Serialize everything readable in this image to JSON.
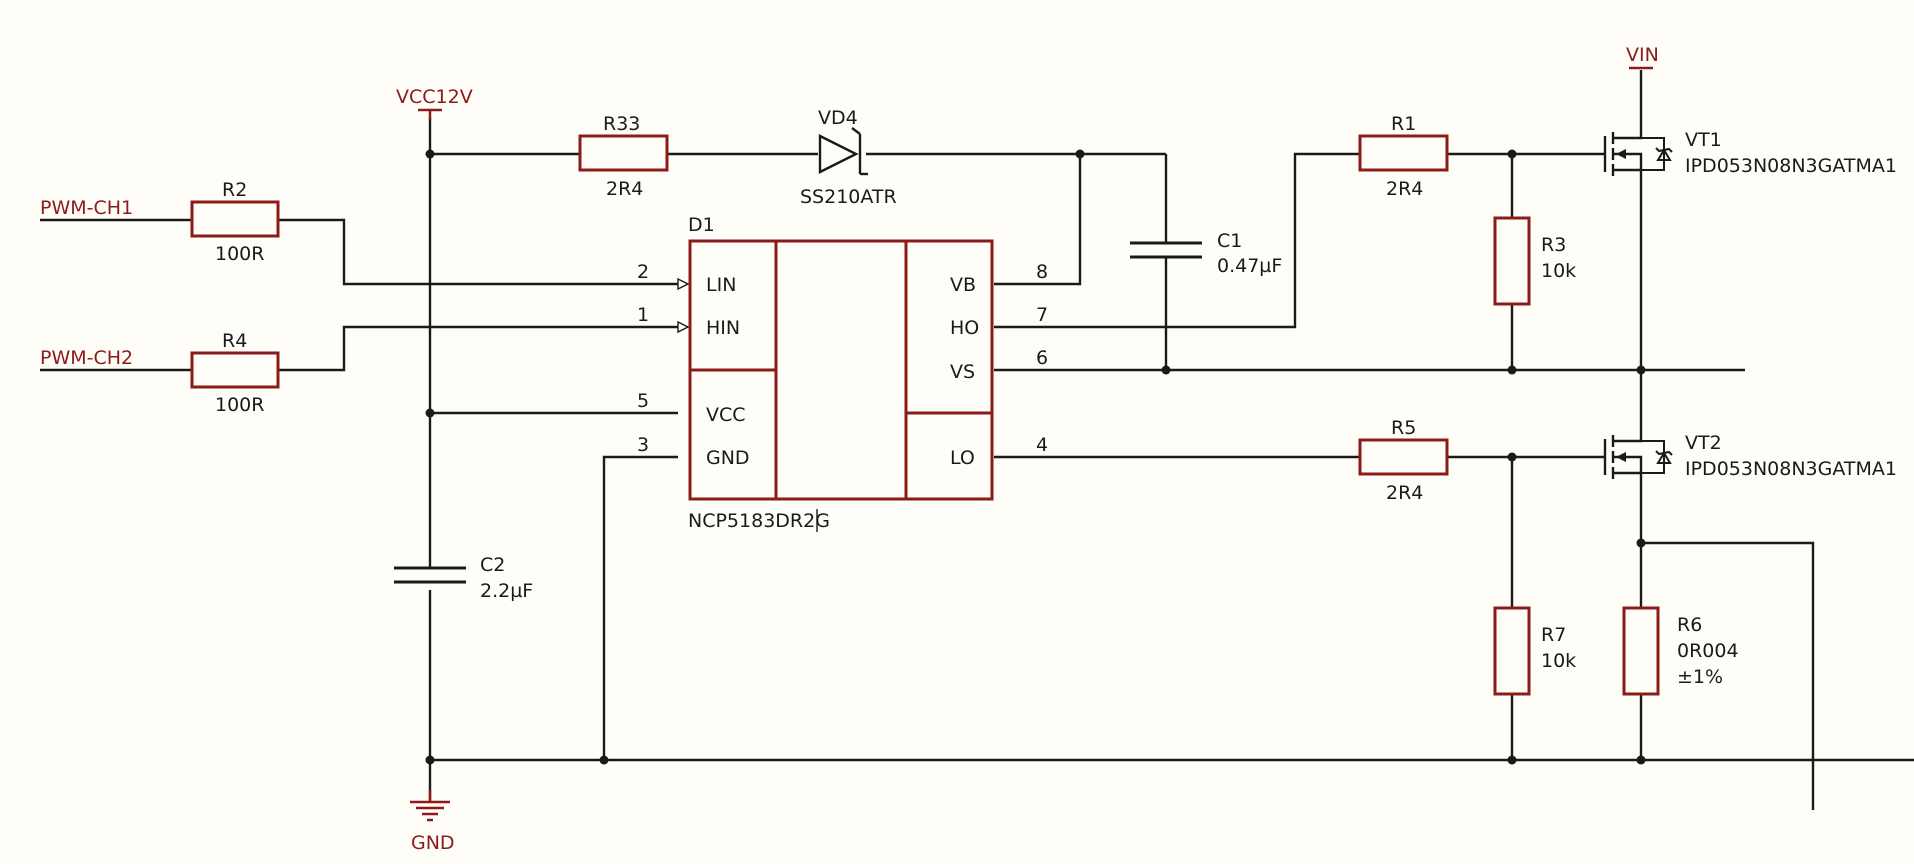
{
  "nets": {
    "pwm_ch1": "PWM-CH1",
    "pwm_ch2": "PWM-CH2",
    "vcc12v": "VCC12V",
    "vin": "VIN",
    "gnd": "GND"
  },
  "components": {
    "r2": {
      "ref": "R2",
      "value": "100R"
    },
    "r4": {
      "ref": "R4",
      "value": "100R"
    },
    "r33": {
      "ref": "R33",
      "value": "2R4"
    },
    "vd4": {
      "ref": "VD4",
      "value": "SS210ATR"
    },
    "c1": {
      "ref": "C1",
      "value": "0.47µF"
    },
    "c2": {
      "ref": "C2",
      "value": "2.2µF"
    },
    "r1": {
      "ref": "R1",
      "value": "2R4"
    },
    "r3": {
      "ref": "R3",
      "value": "10k"
    },
    "r5": {
      "ref": "R5",
      "value": "2R4"
    },
    "r7": {
      "ref": "R7",
      "value": "10k"
    },
    "r6": {
      "ref": "R6",
      "value": "0R004",
      "tolerance": "±1%"
    },
    "vt1": {
      "ref": "VT1",
      "value": "IPD053N08N3GATMA1"
    },
    "vt2": {
      "ref": "VT2",
      "value": "IPD053N08N3GATMA1"
    },
    "d1": {
      "ref": "D1",
      "value": "NCP5183DR2G",
      "left_pins": [
        {
          "name": "LIN",
          "number": "2"
        },
        {
          "name": "HIN",
          "number": "1"
        },
        {
          "name": "VCC",
          "number": "5"
        },
        {
          "name": "GND",
          "number": "3"
        }
      ],
      "right_pins": [
        {
          "name": "VB",
          "number": "8"
        },
        {
          "name": "HO",
          "number": "7"
        },
        {
          "name": "VS",
          "number": "6"
        },
        {
          "name": "LO",
          "number": "4"
        }
      ]
    }
  }
}
